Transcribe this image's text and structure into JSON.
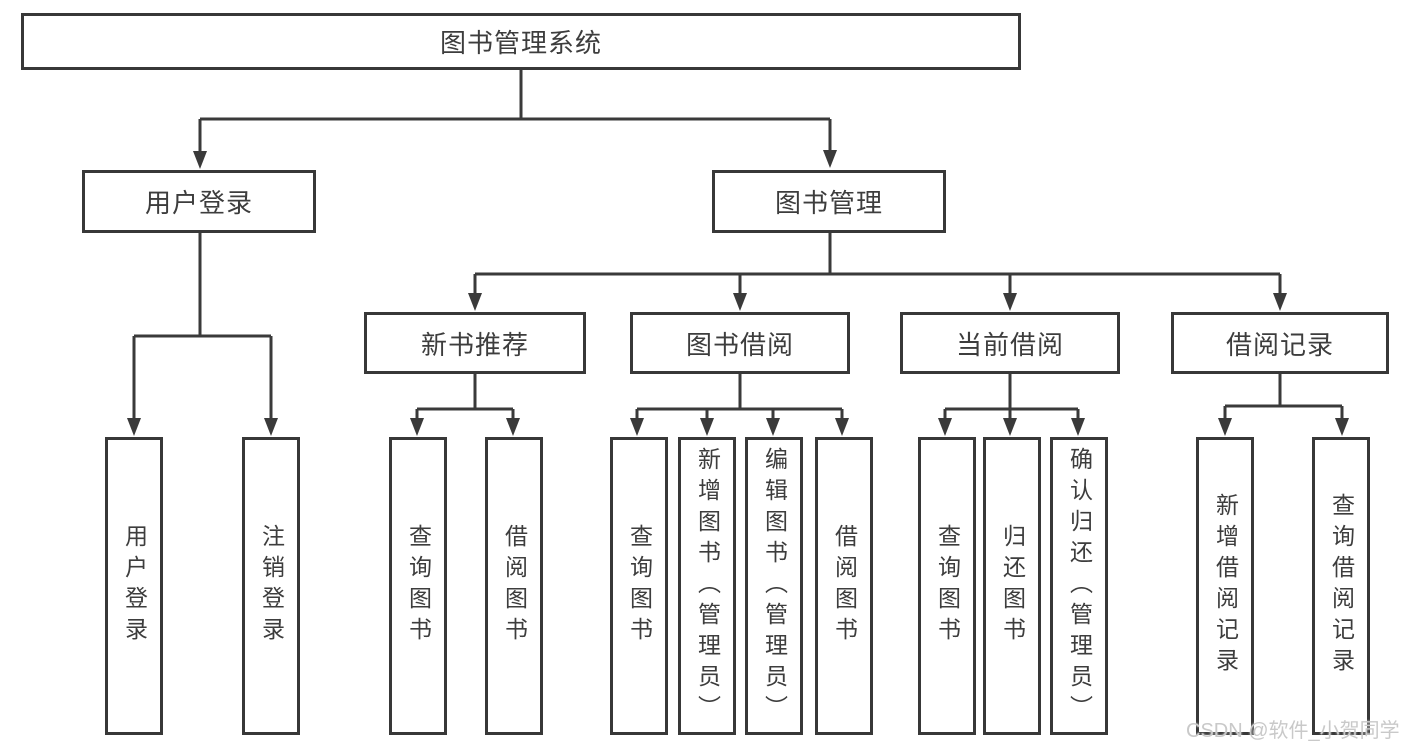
{
  "nodes": {
    "root": "图书管理系统",
    "user_login": "用户登录",
    "book_mgmt": "图书管理",
    "new_books": "新书推荐",
    "book_borrow": "图书借阅",
    "current_borrow": "当前借阅",
    "borrow_records": "借阅记录",
    "leaf_user_login": "用户登录",
    "leaf_logout": "注销登录",
    "leaf_nb_query": "查询图书",
    "leaf_nb_borrow": "借阅图书",
    "leaf_bb_query": "查询图书",
    "leaf_bb_add": "新增图书（管理员）",
    "leaf_bb_edit": "编辑图书（管理员）",
    "leaf_bb_borrow": "借阅图书",
    "leaf_cb_query": "查询图书",
    "leaf_cb_return": "归还图书",
    "leaf_cb_confirm": "确认归还（管理员）",
    "leaf_br_add": "新增借阅记录",
    "leaf_br_query": "查询借阅记录"
  },
  "watermark": "CSDN @软件_小贺同学",
  "colors": {
    "line": "#3a3a3a",
    "text": "#3d3d3d",
    "watermark": "#c9c9c9",
    "background": "#ffffff"
  }
}
